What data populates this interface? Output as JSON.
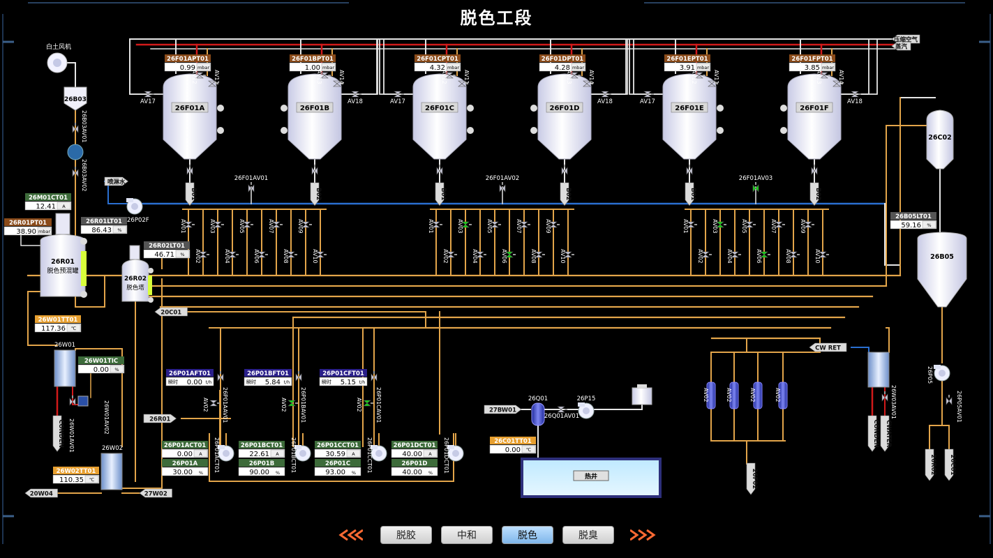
{
  "title": "脱色工段",
  "nav": {
    "tabs": [
      "脱胶",
      "中和",
      "脱色",
      "脱臭"
    ],
    "active": "脱色"
  },
  "colors": {
    "pipe": "#e3a54a",
    "water": "#2a6fd1",
    "hot": "#d21a1a",
    "air": "#e0e0e0",
    "valve_active": "#16d116"
  },
  "top_inlets": [
    "压缩空气",
    "蒸汽"
  ],
  "fan_label": "白土风机",
  "tanks": [
    {
      "id": "26F01A",
      "tag": "26F01APT01",
      "value": "0.99",
      "unit": "mbar",
      "vent_left": "AV12",
      "vent_right": "AV11",
      "side": "AV17",
      "bottom": "B01"
    },
    {
      "id": "26F01B",
      "tag": "26F01BPT01",
      "value": "1.00",
      "unit": "mbar",
      "vent_left": "AV13",
      "vent_right": "AV14",
      "side": "AV18",
      "bottom": "B02"
    },
    {
      "id": "26F01C",
      "tag": "26F01CPT01",
      "value": "4.32",
      "unit": "mbar",
      "vent_left": "AV12",
      "vent_right": "AV11",
      "side": "AV17",
      "bottom": "B01"
    },
    {
      "id": "26F01D",
      "tag": "26F01DPT01",
      "value": "4.28",
      "unit": "mbar",
      "vent_left": "AV13",
      "vent_right": "AV14",
      "side": "AV18",
      "bottom": "B02"
    },
    {
      "id": "26F01E",
      "tag": "26F01EPT01",
      "value": "3.91",
      "unit": "mbar",
      "vent_left": "AV12",
      "vent_right": "AV11",
      "side": "AV17",
      "bottom": "B01"
    },
    {
      "id": "26F01F",
      "tag": "26F01FPT01",
      "value": "3.85",
      "unit": "mbar",
      "vent_left": "AV13",
      "vent_right": "AV14",
      "side": "AV18",
      "bottom": "B02"
    }
  ],
  "header_valves": [
    "26F01AV01",
    "26F01AV02",
    "26F01AV03"
  ],
  "manifold_valves_upper": [
    "AV01",
    "AV03",
    "AV05",
    "AV07",
    "AV09"
  ],
  "manifold_valves_lower": [
    "AV02",
    "AV04",
    "AV06",
    "AV08",
    "AV10"
  ],
  "spray_label": "喷淋水",
  "pump_26P02F": "26P02F",
  "left_equipment": {
    "hopper": "26B03",
    "hopper_valve1": "26B03AV01",
    "hopper_valve2": "26B03AV02",
    "m01": {
      "tag": "26M01CT01",
      "value": "12.41",
      "unit": "A"
    },
    "pt01": {
      "tag": "26R01PT01",
      "value": "38.90",
      "unit": "mbar"
    },
    "lt01": {
      "tag": "26R01LT01",
      "value": "86.43",
      "unit": "%"
    },
    "r01_id": "26R01",
    "r01_name": "脱色预混罐",
    "r02lt": {
      "tag": "26R02LT01",
      "value": "46.71",
      "unit": "%"
    },
    "r02_id": "26R02",
    "r02_name": "脱色塔",
    "c01": "20C01",
    "w01tt": {
      "tag": "26W01TT01",
      "value": "117.36",
      "unit": "℃"
    },
    "w01": "26W01",
    "w01tic": {
      "tag": "26W01TIC",
      "value": "0.00",
      "unit": "%"
    },
    "conden": "CONDEN",
    "av01": "26W01AV01",
    "av02": "26W01AV02",
    "w02": "26W02",
    "w02tt": {
      "tag": "26W02TT01",
      "value": "110.35",
      "unit": "℃"
    },
    "out_20w04": "20W04",
    "in_27w02": "27W02",
    "r01_out": "26R01"
  },
  "flow_meters": [
    {
      "tag": "26P01AFT01",
      "label": "瞬时",
      "value": "0.00",
      "unit": "t/h",
      "av": "26P01AAV01",
      "av2": "AV02"
    },
    {
      "tag": "26P01BFT01",
      "label": "瞬时",
      "value": "5.84",
      "unit": "t/h",
      "av": "26P01BAV01",
      "av2": "AV02"
    },
    {
      "tag": "26P01CFT01",
      "label": "瞬时",
      "value": "5.15",
      "unit": "t/h",
      "av": "26P01CAV01",
      "av2": "AV02"
    }
  ],
  "pumps": [
    {
      "ct": "26P01ACT01",
      "ct_value": "0.00",
      "ct_unit": "A",
      "id": "26P01A",
      "pct": "30.00",
      "pct_unit": "%",
      "side": "26P01ACT01"
    },
    {
      "ct": "26P01BCT01",
      "ct_value": "22.61",
      "ct_unit": "A",
      "id": "26P01B",
      "pct": "90.00",
      "pct_unit": "%",
      "side": "26P01BCT01"
    },
    {
      "ct": "26P01CCT01",
      "ct_value": "30.59",
      "ct_unit": "A",
      "id": "26P01C",
      "pct": "93.00",
      "pct_unit": "%",
      "side": "26P01CCT01"
    },
    {
      "ct": "26P01DCT01",
      "ct_value": "40.00",
      "ct_unit": "A",
      "id": "26P01D",
      "pct": "40.00",
      "pct_unit": "%",
      "side": "26P01DCT01"
    }
  ],
  "hotwell": {
    "in": "27BW01",
    "q01": "26Q01",
    "p15": "26P15",
    "av": "26Q01AV01",
    "tt": "26C01TT01",
    "tt_value": "0.00",
    "tt_unit": "℃",
    "name": "热井"
  },
  "filters": {
    "av": [
      "AV02",
      "AV02",
      "AV02",
      "AV02"
    ],
    "out": "26F02"
  },
  "right_equipment": {
    "c02": "26C02",
    "b05lt": {
      "tag": "26B05LT01",
      "value": "59.16",
      "unit": "%"
    },
    "b05": "26B05",
    "cw_ret": "CW RET",
    "p05": "26P05",
    "w03av": "26W03AV01",
    "conden": "CONDEN",
    "cwater": "CWATER",
    "p05av": "26P05AV01",
    "out1": "26R02",
    "out2": "20C01"
  }
}
